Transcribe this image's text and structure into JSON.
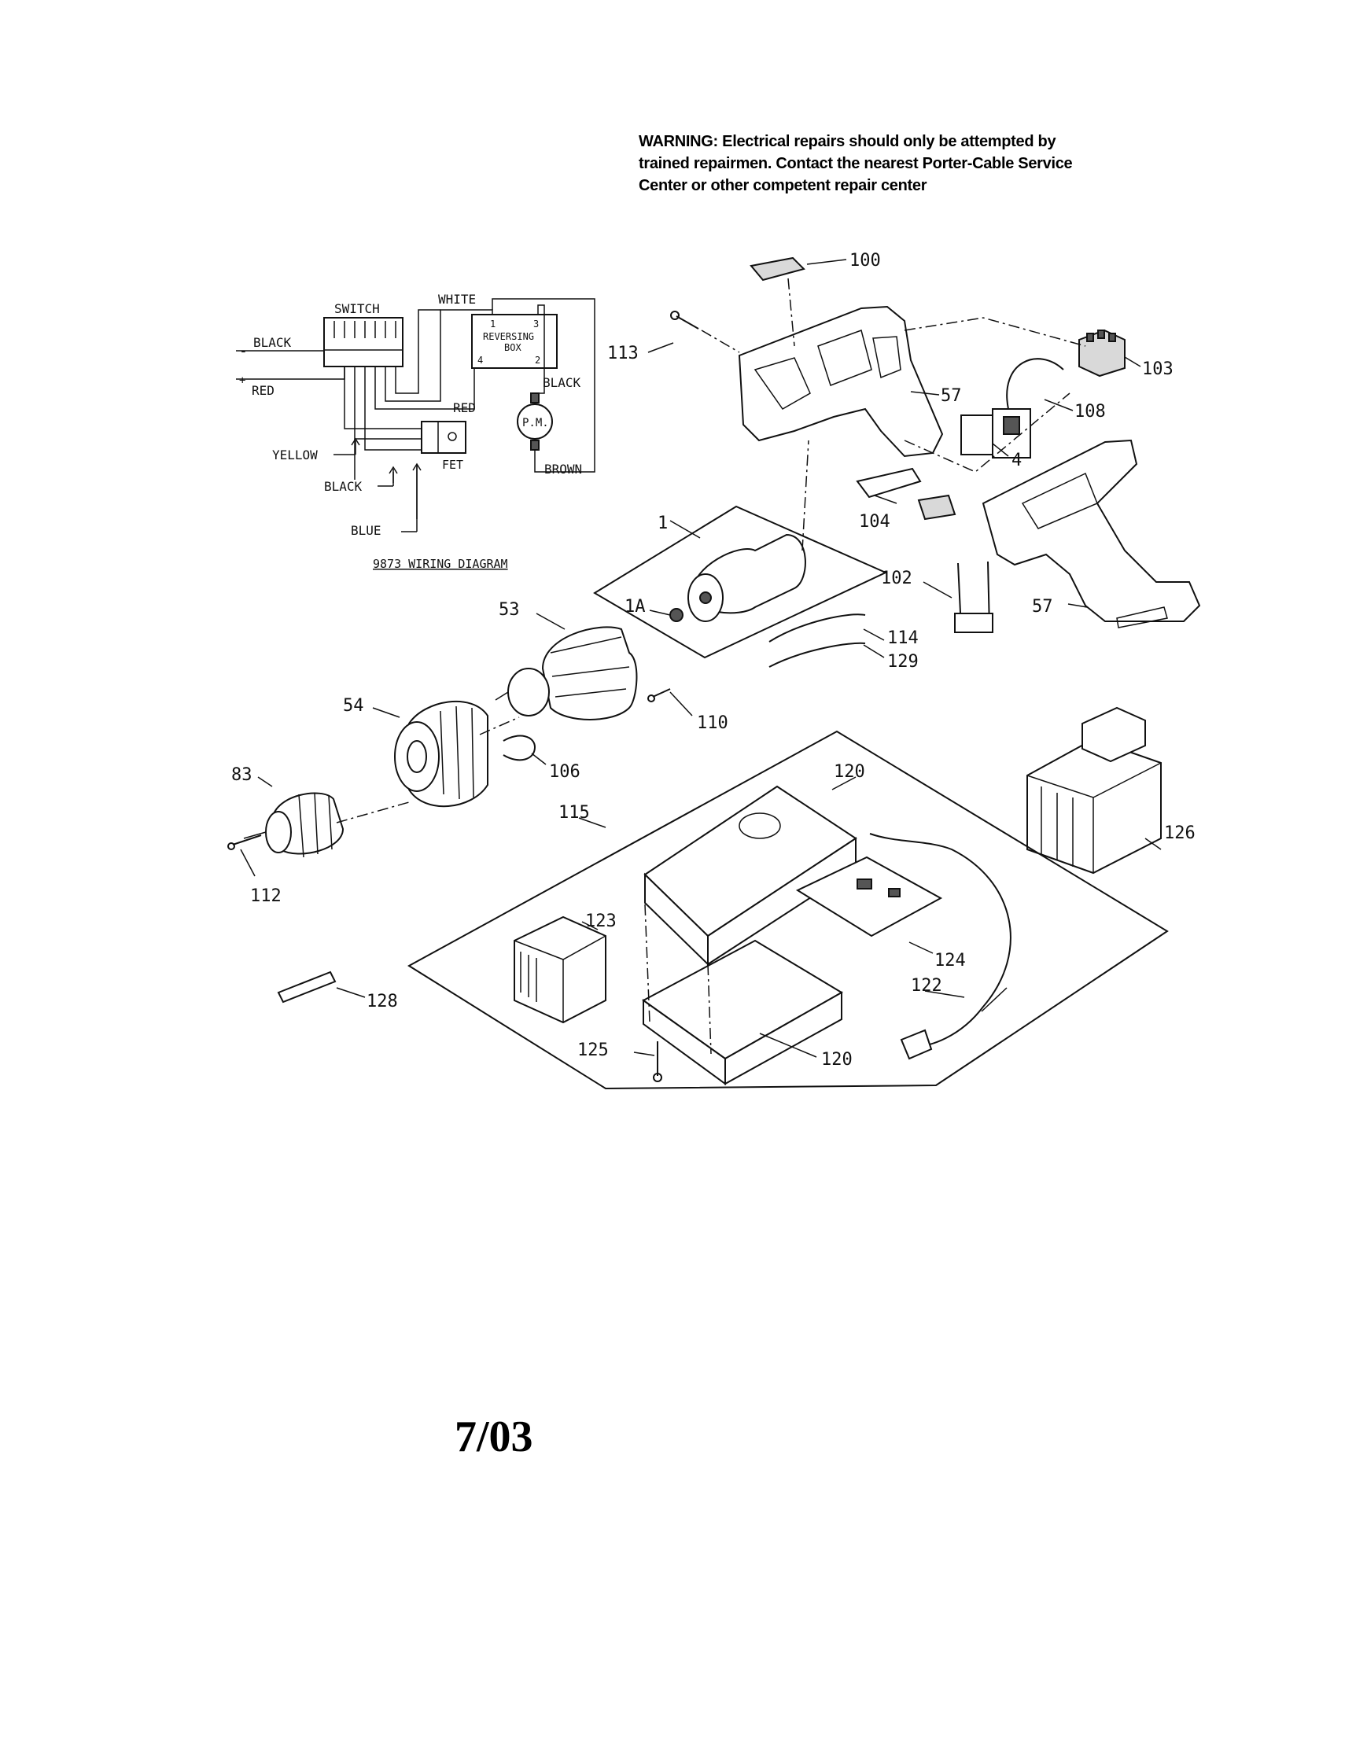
{
  "warning": {
    "line1": "WARNING: Electrical repairs should only be attempted by",
    "line2": "trained repairmen. Contact the nearest Porter-Cable Service",
    "line3": "Center or other competent repair center"
  },
  "wiring_diagram": {
    "title": "9873 WIRING DIAGRAM",
    "switch_label": "SWITCH",
    "reversing_box_label_1": "REVERSING",
    "reversing_box_label_2": "BOX",
    "motor_label": "P.M.",
    "fet_label": "FET",
    "wires": {
      "white": "WHITE",
      "black_main": "BLACK",
      "red_main": "RED",
      "red_box": "RED",
      "black_motor": "BLACK",
      "brown_motor": "BROWN",
      "yellow": "YELLOW",
      "black_fet": "BLACK",
      "blue": "BLUE"
    },
    "terminals": {
      "t1": "1",
      "t3": "3",
      "t4": "4",
      "t2": "2"
    },
    "signs": {
      "minus": "-",
      "plus": "+"
    }
  },
  "callouts": {
    "c100": "100",
    "c113": "113",
    "c57a": "57",
    "c103": "103",
    "c108": "108",
    "c4": "4",
    "c104": "104",
    "c1": "1",
    "c102": "102",
    "c57b": "57",
    "c53": "53",
    "c1A": "1A",
    "c114": "114",
    "c129": "129",
    "c54": "54",
    "c110": "110",
    "c106": "106",
    "c83": "83",
    "c120a": "120",
    "c126": "126",
    "c115": "115",
    "c112": "112",
    "c123": "123",
    "c124": "124",
    "c122": "122",
    "c128": "128",
    "c125": "125",
    "c120b": "120"
  },
  "footer": {
    "date": "7/03"
  }
}
